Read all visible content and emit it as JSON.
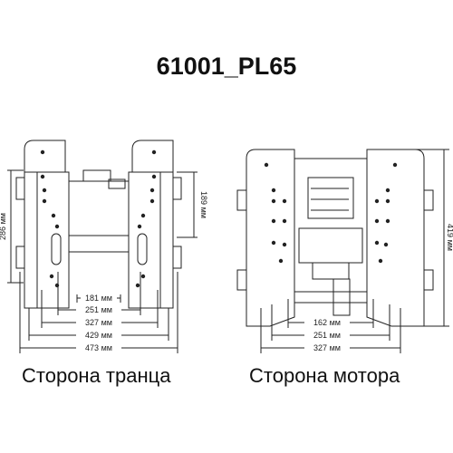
{
  "title": "61001_PL65",
  "views": {
    "left": {
      "caption": "Сторона транца",
      "height_dims": [
        "286 мм",
        "189 мм"
      ],
      "width_dims": [
        "181 мм",
        "251 мм",
        "327 мм",
        "429 мм",
        "473 мм"
      ]
    },
    "right": {
      "caption": "Сторона мотора",
      "height_dims": [
        "419 мм"
      ],
      "width_dims": [
        "162 мм",
        "251 мм",
        "327 мм"
      ]
    }
  }
}
